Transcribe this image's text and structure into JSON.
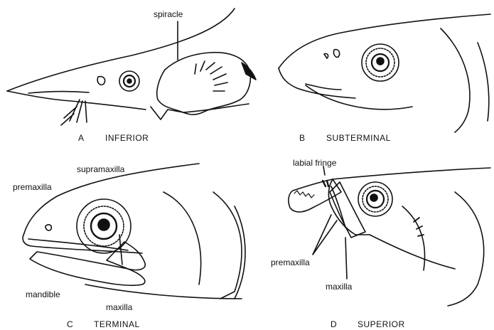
{
  "panels": [
    {
      "letter": "A",
      "caption": "INFERIOR",
      "labels": [
        "spiracle"
      ]
    },
    {
      "letter": "B",
      "caption": "SUBTERMINAL",
      "labels": []
    },
    {
      "letter": "C",
      "caption": "TERMINAL",
      "labels": [
        "supramaxilla",
        "premaxilla",
        "mandible",
        "maxilla"
      ]
    },
    {
      "letter": "D",
      "caption": "SUPERIOR",
      "labels": [
        "labial fringe",
        "premaxilla",
        "maxilla"
      ]
    }
  ],
  "colors": {
    "ink": "#111111",
    "paper": "#ffffff"
  }
}
